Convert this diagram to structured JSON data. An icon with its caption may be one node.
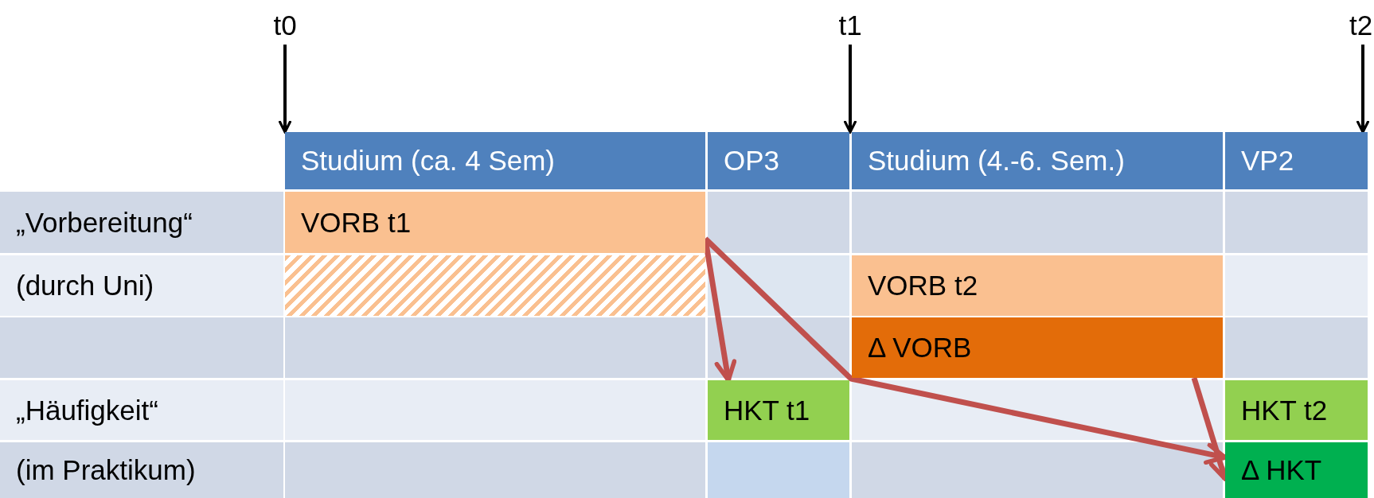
{
  "diagram": {
    "nodes": [
      {
        "text": [
          "t0"
        ]
      },
      {
        "text": [
          "t1"
        ]
      },
      {
        "text": [
          "t2"
        ]
      },
      {
        "text": [
          "Studium (ca. 4 Sem)"
        ]
      },
      {
        "text": [
          "OP3"
        ]
      },
      {
        "text": [
          "Studium (4.-6. Sem.)"
        ]
      },
      {
        "text": [
          "VP2"
        ]
      },
      {
        "text": [
          "„Vorbereitung“"
        ]
      },
      {
        "text": [
          "VORB t1"
        ]
      },
      {
        "text": [
          "(durch Uni)"
        ]
      },
      {
        "text": [],
        "shape": "box"
      },
      {
        "text": [
          "VORB t2"
        ]
      },
      {
        "text": [
          "Δ VORB"
        ]
      },
      {
        "text": [
          "„Häufigkeit“"
        ]
      },
      {
        "text": [
          "HKT t1"
        ]
      },
      {
        "text": [
          "HKT t2"
        ]
      },
      {
        "text": [
          "(im Praktikum)"
        ]
      },
      {
        "text": [
          "Δ HKT"
        ]
      }
    ],
    "edges": [
      {
        "from": 0,
        "to": 3,
        "arrow": "to",
        "color": "#000000"
      },
      {
        "from": 1,
        "to": 4,
        "arrow": "to",
        "color": "#000000"
      },
      {
        "from": 2,
        "to": 6,
        "arrow": "to",
        "color": "#000000"
      },
      {
        "from": 8,
        "to": 14,
        "arrow": "to",
        "color": "#c0504d"
      },
      {
        "from": 8,
        "to": 17,
        "arrow": "to",
        "color": "#c0504d"
      },
      {
        "from": 12,
        "to": 17,
        "arrow": "to",
        "color": "#c0504d"
      }
    ]
  }
}
